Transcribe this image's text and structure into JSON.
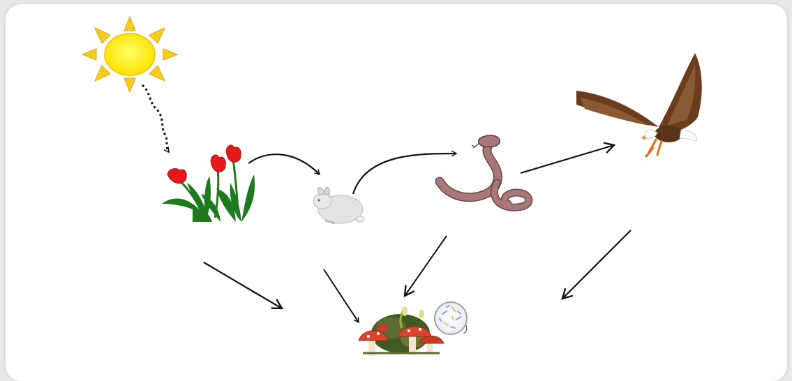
{
  "diagram": {
    "type": "food-web",
    "organisms": [
      {
        "id": "sun",
        "icon": "sun-icon"
      },
      {
        "id": "plants",
        "icon": "tulips-icon"
      },
      {
        "id": "rabbit",
        "icon": "rabbit-icon"
      },
      {
        "id": "snake",
        "icon": "snake-icon"
      },
      {
        "id": "eagle",
        "icon": "eagle-icon"
      },
      {
        "id": "decomposers",
        "icon": "mushrooms-bacteria-icon"
      }
    ],
    "links": [
      {
        "from": "sun",
        "to": "plants",
        "style": "dotted"
      },
      {
        "from": "plants",
        "to": "rabbit",
        "style": "solid"
      },
      {
        "from": "rabbit",
        "to": "snake",
        "style": "solid"
      },
      {
        "from": "snake",
        "to": "eagle",
        "style": "solid"
      },
      {
        "from": "plants",
        "to": "decomposers",
        "style": "solid"
      },
      {
        "from": "rabbit",
        "to": "decomposers",
        "style": "solid"
      },
      {
        "from": "snake",
        "to": "decomposers",
        "style": "solid"
      },
      {
        "from": "eagle",
        "to": "decomposers",
        "style": "solid"
      }
    ],
    "colors": {
      "sun_fill": "#ffee00",
      "sun_rays": "#f2c200",
      "tulip": "#e21a1a",
      "leaf": "#1f7a1f",
      "rabbit": "#d9d9d9",
      "snake": "#a87878",
      "eagle": "#6b3d1e",
      "mushroom_cap": "#d8452b",
      "arrow": "#111111"
    }
  }
}
